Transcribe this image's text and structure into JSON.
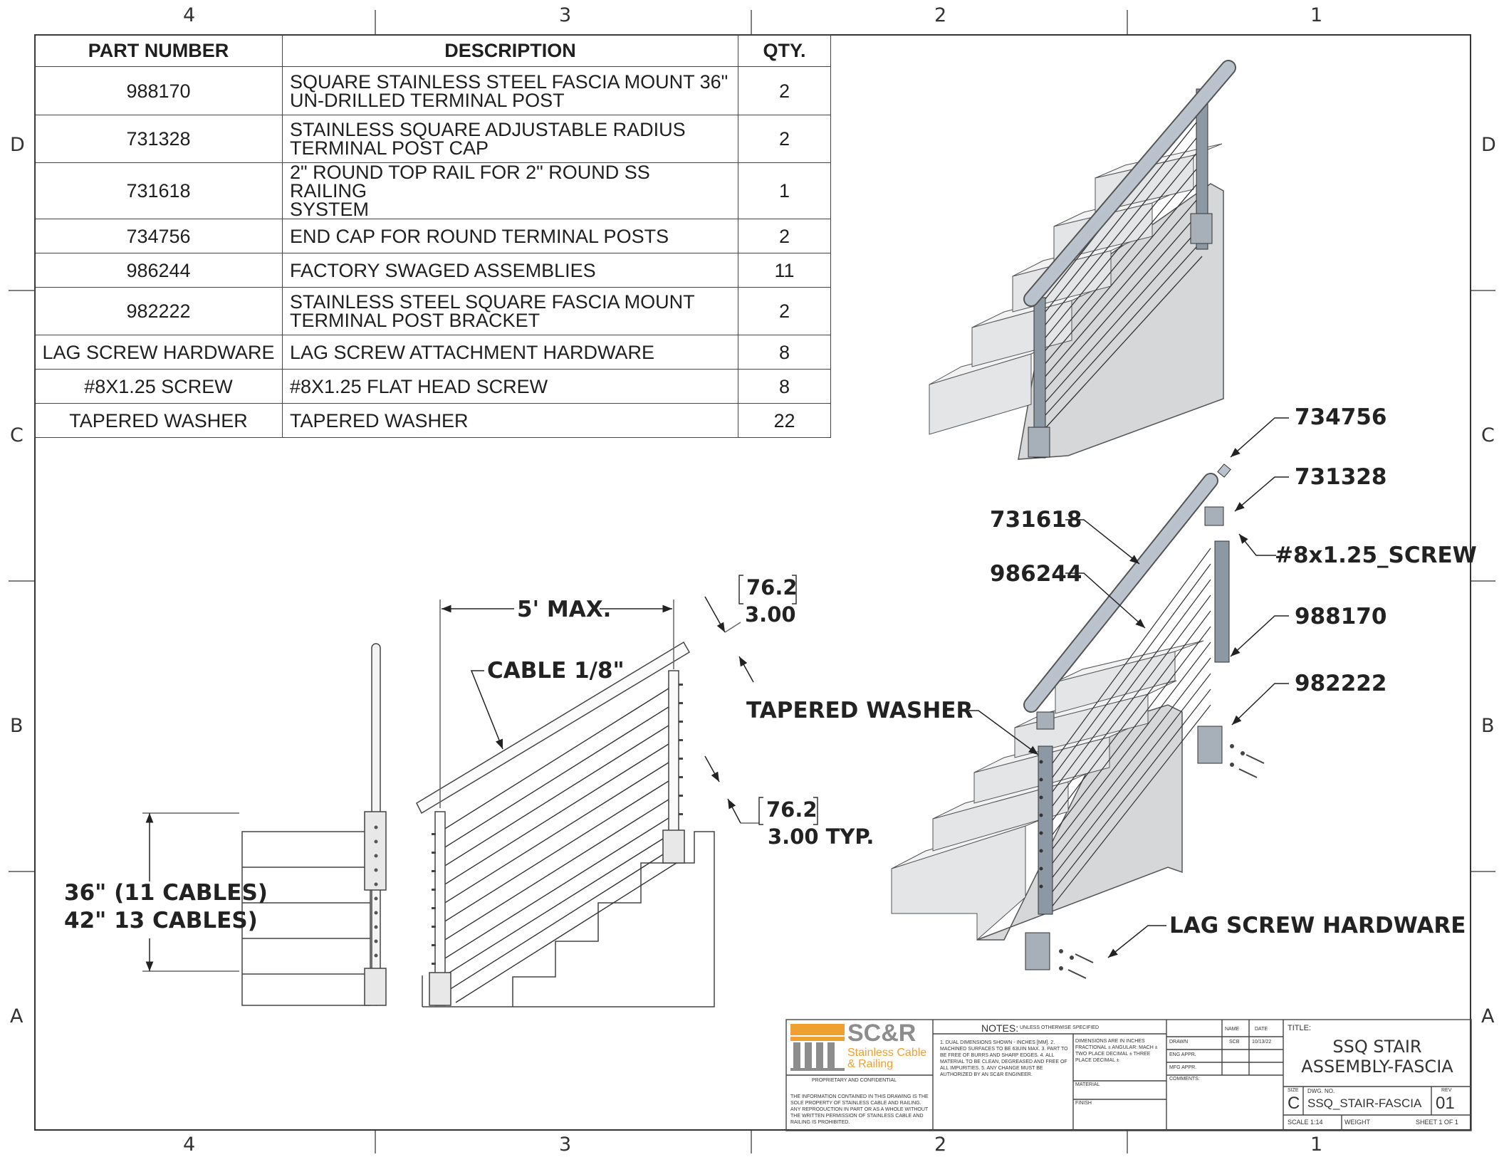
{
  "zones": {
    "columns": [
      "4",
      "3",
      "2",
      "1"
    ],
    "rows": [
      "D",
      "C",
      "B",
      "A"
    ]
  },
  "bom": {
    "headers": [
      "PART NUMBER",
      "DESCRIPTION",
      "QTY."
    ],
    "rows": [
      {
        "part": "988170",
        "desc1": "SQUARE STAINLESS STEEL FASCIA MOUNT 36\"",
        "desc2": "UN-DRILLED TERMINAL POST",
        "qty": "2"
      },
      {
        "part": "731328",
        "desc1": "STAINLESS SQUARE ADJUSTABLE RADIUS",
        "desc2": "TERMINAL POST CAP",
        "qty": "2"
      },
      {
        "part": "731618",
        "desc1": "2\" ROUND TOP RAIL FOR 2\" ROUND SS RAILING",
        "desc2": "SYSTEM",
        "qty": "1"
      },
      {
        "part": "734756",
        "desc1": "END CAP FOR ROUND TERMINAL POSTS",
        "desc2": "",
        "qty": "2"
      },
      {
        "part": "986244",
        "desc1": "FACTORY SWAGED ASSEMBLIES",
        "desc2": "",
        "qty": "11"
      },
      {
        "part": "982222",
        "desc1": "STAINLESS STEEL SQUARE FASCIA MOUNT",
        "desc2": "TERMINAL POST BRACKET",
        "qty": "2"
      },
      {
        "part": "LAG SCREW HARDWARE",
        "desc1": "LAG SCREW ATTACHMENT HARDWARE",
        "desc2": "",
        "qty": "8"
      },
      {
        "part": "#8X1.25 SCREW",
        "desc1": "#8X1.25 FLAT HEAD SCREW",
        "desc2": "",
        "qty": "8"
      },
      {
        "part": "TAPERED WASHER",
        "desc1": "TAPERED WASHER",
        "desc2": "",
        "qty": "22"
      }
    ]
  },
  "dimensions": {
    "span": "5' MAX.",
    "cable": "CABLE 1/8\"",
    "rail_gap_mm": "76.2",
    "rail_gap_in": "3.00",
    "spacing_mm": "76.2",
    "spacing_in": "3.00 TYP.",
    "height_1": "36\" (11 CABLES)",
    "height_2": "42\" 13 CABLES)"
  },
  "callouts": {
    "end_cap": "734756",
    "post_cap": "731328",
    "top_rail": "731618",
    "screw": "#8x1.25_SCREW",
    "cables": "986244",
    "post": "988170",
    "bracket": "982222",
    "washer": "TAPERED WASHER",
    "lag": "LAG SCREW HARDWARE"
  },
  "title_block": {
    "logo_mark": "SC&R",
    "logo_line1": "Stainless Cable",
    "logo_line2": "& Railing",
    "proprietary": "PROPRIETARY AND CONFIDENTIAL",
    "proprietary_note": "THE INFORMATION CONTAINED IN THIS DRAWING IS THE SOLE PROPERTY OF STAINLESS CABLE AND RAILING. ANY REPRODUCTION IN PART OR AS A WHOLE WITHOUT THE WRITTEN PERMISSION OF STAINLESS CABLE AND RAILING IS PROHIBITED.",
    "notes_label": "NOTES:",
    "notes_sub": "UNLESS OTHERWISE SPECIFIED",
    "notes_body": "1. DUAL DIMENSIONS SHOWN - INCHES [MM]. 2. MACHINED SURFACES TO BE 63UIN MAX. 3. PART TO BE FREE OF BURRS AND SHARP EDGES. 4. ALL MATERIAL TO BE CLEAN, DEGREASED AND FREE OF ALL IMPURITIES. 5. ANY CHANGE MUST BE AUTHORIZED BY AN SC&R ENGINEER.",
    "tolerances": "DIMENSIONS ARE IN INCHES FRACTIONAL ± ANGULAR: MACH ± TWO PLACE DECIMAL ± THREE PLACE DECIMAL ±",
    "material": "MATERIAL",
    "finish": "FINISH",
    "name_header": "NAME",
    "date_header": "DATE",
    "drawn": "DRAWN",
    "drawn_name": "SCB",
    "drawn_date": "10/13/22",
    "eng_appr": "ENG APPR.",
    "mfg_appr": "MFG APPR.",
    "comments": "COMMENTS:",
    "title_label": "TITLE:",
    "title_line1": "SSQ STAIR",
    "title_line2": "ASSEMBLY-FASCIA",
    "size_label": "SIZE",
    "size": "C",
    "dwg_label": "DWG. NO.",
    "dwg_no": "SSQ_STAIR-FASCIA",
    "rev_label": "REV",
    "rev": "01",
    "scale": "SCALE 1:14",
    "weight": "WEIGHT",
    "sheet": "SHEET 1 OF 1"
  }
}
